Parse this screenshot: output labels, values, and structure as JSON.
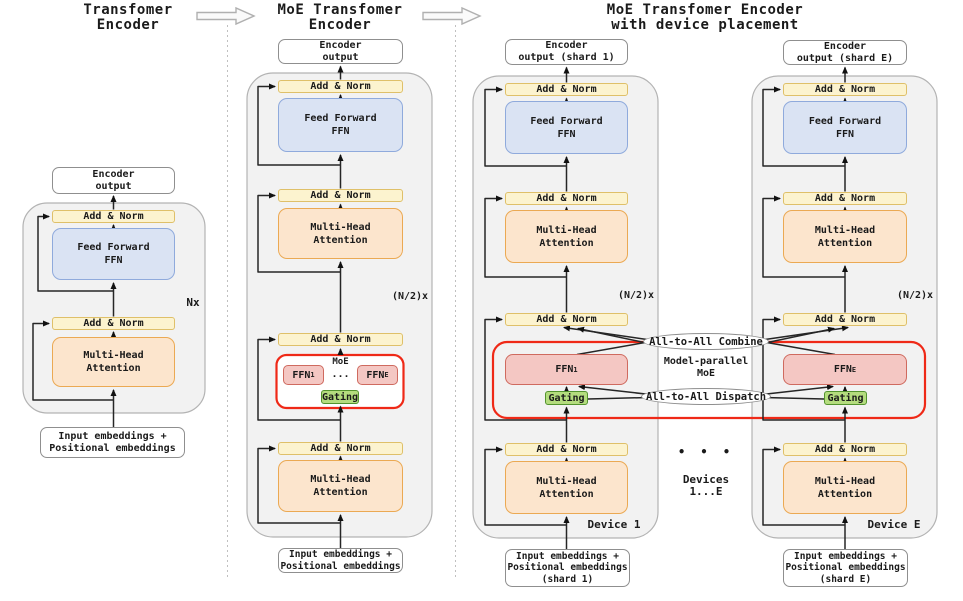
{
  "diagram": {
    "titles": {
      "col1": "Transfomer\nEncoder",
      "col2": "MoE Transfomer\nEncoder",
      "col3": "MoE Transfomer Encoder\nwith device placement"
    },
    "labels": {
      "add_norm": "Add & Norm",
      "feed_forward": "Feed Forward\nFFN",
      "multi_head": "Multi-Head\nAttention",
      "encoder_output": "Encoder\noutput",
      "encoder_output_shard_1": "Encoder\noutput (shard 1)",
      "encoder_output_shard_e": "Encoder\noutput (shard E)",
      "input_embeddings": "Input embeddings +\nPositional embeddings",
      "input_embeddings_shard_1": "Input embeddings +\nPositional embeddings\n(shard 1)",
      "input_embeddings_shard_e": "Input embeddings +\nPositional embeddings\n(shard E)",
      "nx": "Nx",
      "n_half_x": "(N/2)x",
      "moe": "MoE",
      "gating": "Gating",
      "ffn_base": "FFN",
      "expert_1_sub": "1",
      "expert_e_sub": "E",
      "experts_ellipsis": "...",
      "all_to_all_combine": "All-to-All Combine",
      "all_to_all_dispatch": "All-to-All Dispatch",
      "model_parallel_moe": "Model-parallel\nMoE",
      "device_1": "Device 1",
      "device_e": "Device E",
      "devices_range": "Devices\n1...E",
      "devices_dots": "• • •"
    },
    "colors": {
      "add_norm_fill": "#fcf3cf",
      "add_norm_border": "#dfc069",
      "ffn_fill": "#dae3f3",
      "ffn_border": "#8faadc",
      "attention_fill": "#fce5cd",
      "attention_border": "#eba953",
      "expert_fill": "#f4c7c3",
      "expert_border": "#cf6a5f",
      "gating_fill": "#b4dc7e",
      "gating_border": "#53932e",
      "moe_outline": "#ef2917",
      "container_fill": "#f2f2f2",
      "container_border": "#b3b3b3"
    }
  }
}
